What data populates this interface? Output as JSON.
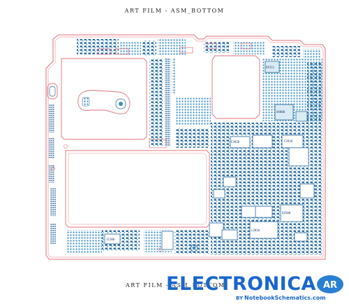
{
  "title_top": "ART FILM - ASM_BOTTOM",
  "title_bottom": "ART FILM - ASM_BOTTOM",
  "watermark": {
    "brand": "ELECTRONICA",
    "badge_text": "AR",
    "by": "BY",
    "site": "NotebookSchematics.com"
  },
  "chip_labels": [
    "U4211",
    "U4800",
    "C3910",
    "C3920",
    "L3810",
    "J1200",
    "Q3500"
  ],
  "colors": {
    "outline": "#e0707a",
    "trace": "#2b6a9e",
    "pad": "#3a8fc4",
    "chip_fill": "#d9ecf5",
    "brand": "#1a66cc"
  }
}
